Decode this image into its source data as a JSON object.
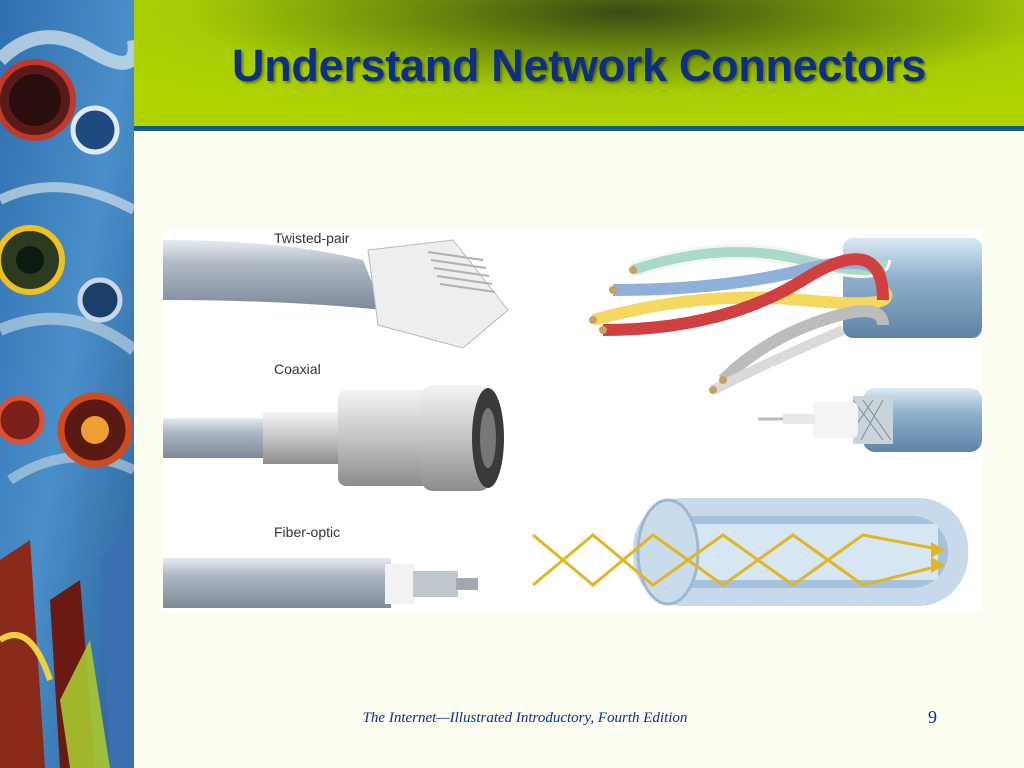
{
  "slide": {
    "title": "Understand Network Connectors",
    "footer": "The Internet—Illustrated Introductory, Fourth Edition",
    "page_number": "9"
  },
  "figure": {
    "labels": {
      "twisted_pair": "Twisted-pair",
      "coaxial": "Coaxial",
      "fiber_optic": "Fiber-optic"
    }
  },
  "colors": {
    "title_text": "#0e2f86",
    "title_band": "#a6cc06",
    "title_rule": "#1a5a82",
    "background": "#fafdf0"
  }
}
